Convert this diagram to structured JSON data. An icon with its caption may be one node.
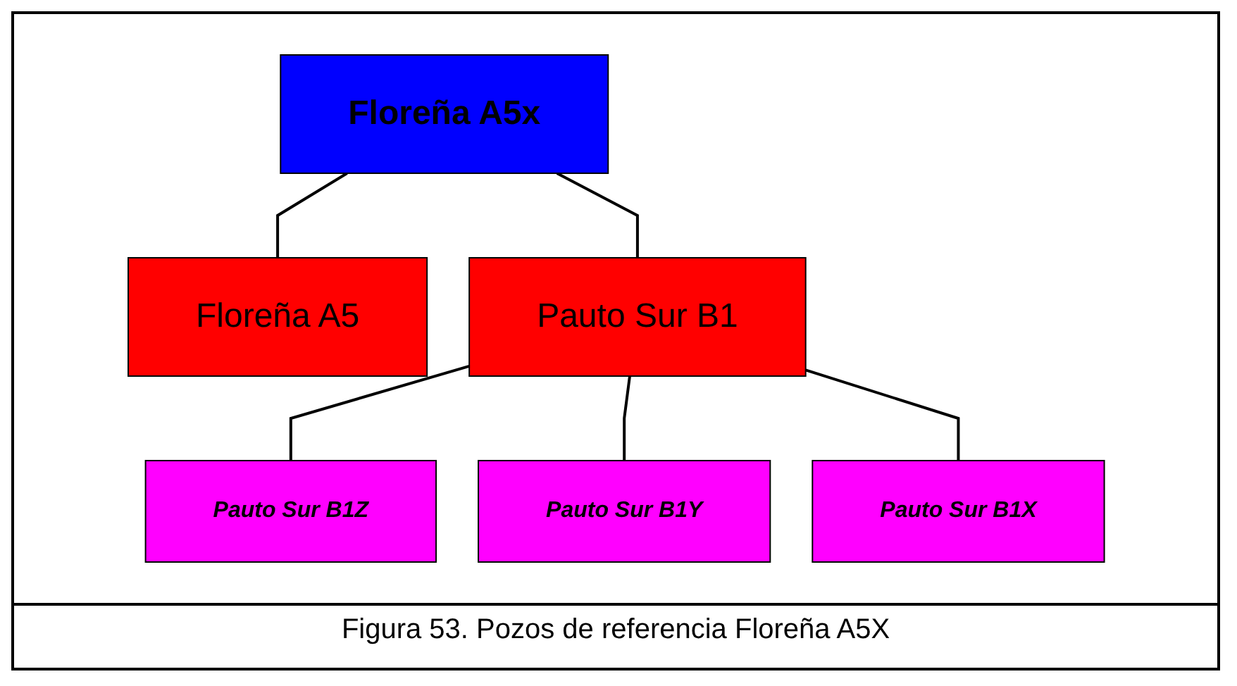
{
  "diagram": {
    "caption": "Figura 53. Pozos de referencia Floreña A5X",
    "nodes": [
      {
        "text": [
          "Floreña A5x"
        ]
      },
      {
        "text": [
          "Floreña A5"
        ]
      },
      {
        "text": [
          "Pauto Sur B1"
        ]
      },
      {
        "text": [
          "Pauto Sur B1Z"
        ]
      },
      {
        "text": [
          "Pauto Sur B1Y"
        ]
      },
      {
        "text": [
          "Pauto Sur B1X"
        ]
      }
    ],
    "edges": [
      {
        "from": 0,
        "to": 1,
        "arrow": "none"
      },
      {
        "from": 0,
        "to": 2,
        "arrow": "none"
      },
      {
        "from": 2,
        "to": 3,
        "arrow": "none"
      },
      {
        "from": 2,
        "to": 4,
        "arrow": "none"
      },
      {
        "from": 2,
        "to": 5,
        "arrow": "none"
      }
    ]
  }
}
